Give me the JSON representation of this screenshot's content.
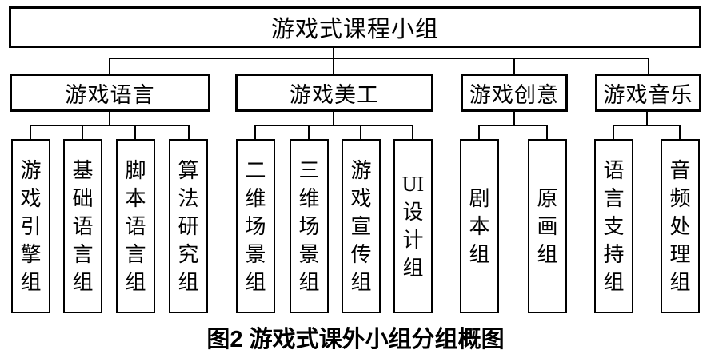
{
  "diagram": {
    "root": "游戏式课程小组",
    "groups": [
      {
        "label": "游戏语言",
        "children": [
          "游\n戏\n引\n擎\n组",
          "基\n础\n语\n言\n组",
          "脚\n本\n语\n言\n组",
          "算\n法\n研\n究\n组"
        ]
      },
      {
        "label": "游戏美工",
        "children": [
          "二\n维\n场\n景\n组",
          "三\n维\n场\n景\n组",
          "游\n戏\n宣\n传\n组",
          "UI\n设\n计\n组"
        ]
      },
      {
        "label": "游戏创意",
        "children": [
          "剧\n本\n组",
          "原\n画\n组"
        ]
      },
      {
        "label": "游戏音乐",
        "children": [
          "语\n言\n支\n持\n组",
          "音\n频\n处\n理\n组"
        ]
      }
    ],
    "caption": "图2 游戏式课外小组分组概图",
    "colors": {
      "line": "#000000",
      "background": "#ffffff",
      "text": "#000000"
    }
  }
}
